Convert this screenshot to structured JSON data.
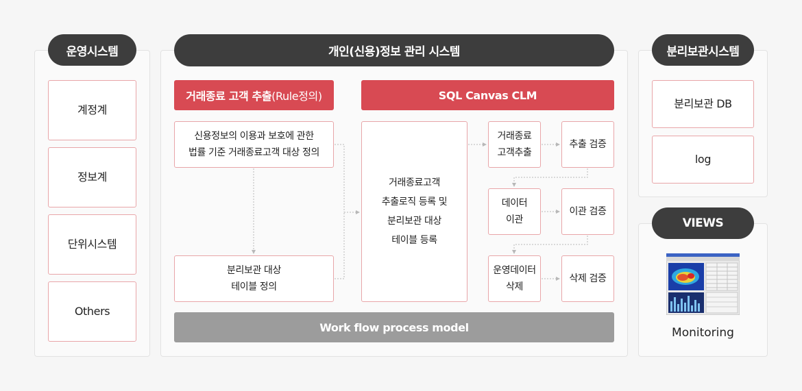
{
  "left": {
    "title": "운영시스템",
    "items": [
      "계정계",
      "정보계",
      "단위시스템",
      "Others"
    ]
  },
  "center": {
    "title": "개인(신용)정보 관리 시스템",
    "extract_header_bold": "거래종료 고객 추출",
    "extract_header_light": "(Rule정의)",
    "clm_header": "SQL Canvas CLM",
    "definition_box": "신용정보의 이용과 보호에 관한\n법률 기준 거래종료고객 대상 정의",
    "table_def_box": "분리보관 대상\n테이블 정의",
    "logic_box": "거래종료고객\n추출로직 등록 및\n분리보관 대상\n테이블 등록",
    "steps": {
      "extract": "거래종료\n고객추출",
      "extract_verify": "추출 검증",
      "migrate": "데이터\n이관",
      "migrate_verify": "이관 검증",
      "delete": "운영데이터\n삭제",
      "delete_verify": "삭제 검증"
    },
    "workflow_bar": "Work flow process model"
  },
  "right": {
    "title": "분리보관시스템",
    "items": [
      "분리보관 DB",
      "log"
    ],
    "views_title": "VIEWS",
    "monitoring_label": "Monitoring"
  },
  "colors": {
    "accent_red": "#d84a53",
    "pill_dark": "#3d3d3d",
    "box_border": "#e8a5a8",
    "workflow_gray": "#9c9c9c"
  }
}
